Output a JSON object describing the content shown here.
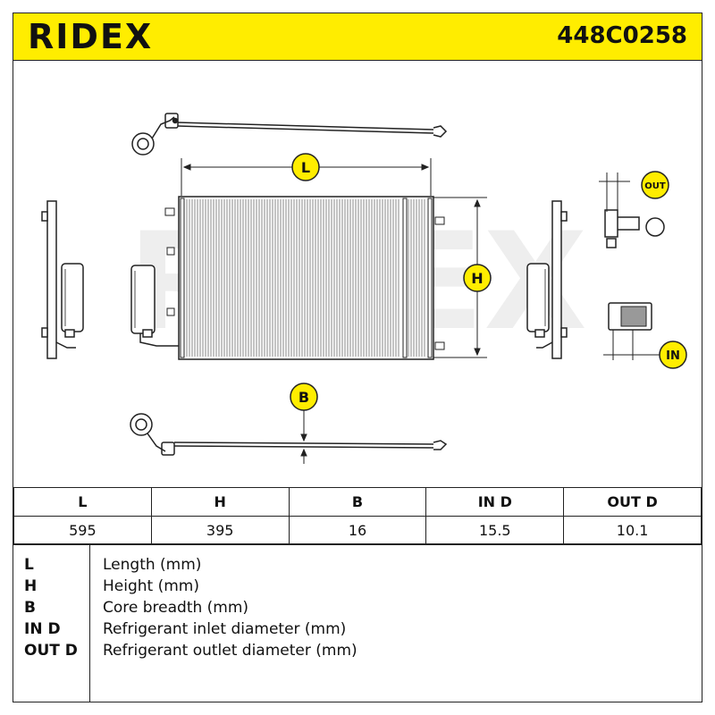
{
  "header": {
    "brand": "RIDEX",
    "part_number": "448C0258"
  },
  "diagram": {
    "watermark": "RIDEX",
    "labels": {
      "length": "L",
      "height": "H",
      "breadth": "B",
      "outlet": "OUT",
      "inlet": "IN"
    },
    "colors": {
      "badge": "#ffed00",
      "line": "#222222",
      "watermark": "#eeeeee"
    }
  },
  "specs": {
    "headers": [
      "L",
      "H",
      "B",
      "IN D",
      "OUT D"
    ],
    "values": [
      "595",
      "395",
      "16",
      "15.5",
      "10.1"
    ]
  },
  "legend": [
    {
      "key": "L",
      "desc": "Length (mm)"
    },
    {
      "key": "H",
      "desc": "Height (mm)"
    },
    {
      "key": "B",
      "desc": "Core breadth (mm)"
    },
    {
      "key": "IN D",
      "desc": "Refrigerant inlet diameter (mm)"
    },
    {
      "key": "OUT D",
      "desc": "Refrigerant outlet diameter (mm)"
    }
  ]
}
